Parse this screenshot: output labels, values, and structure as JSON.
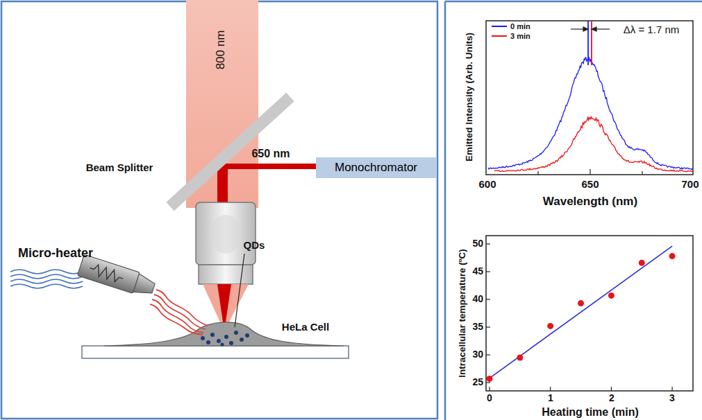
{
  "diagram": {
    "nodes": [
      {
        "text": [
          "Monochromator"
        ]
      }
    ],
    "labels": [
      "800 nm",
      "Beam Splitter",
      "650 nm",
      "Micro-heater",
      "QDs",
      "HeLa Cell",
      "Δλ = 1.7 nm",
      "Emitted Intensity (Arb. Units)",
      "600",
      "650",
      "700",
      "Wavelength (nm)",
      "Intracellular temperature (ºC)",
      "50",
      "45",
      "40",
      "35",
      "30",
      "25",
      "0",
      "1",
      "2",
      "3",
      "Heating time (min)"
    ],
    "legend": [
      {
        "text": "0 min"
      },
      {
        "text": "3 min"
      }
    ]
  }
}
